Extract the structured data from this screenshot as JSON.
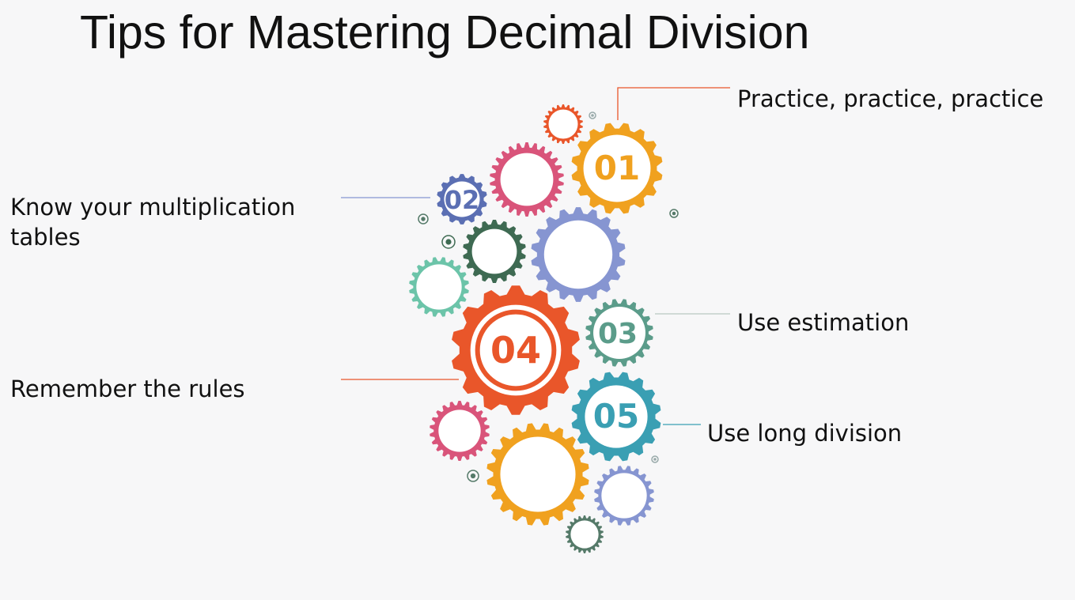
{
  "title": "Tips for Mastering Decimal Division",
  "tips": [
    {
      "number": "01",
      "text": "Practice, practice, practice",
      "color": "#f0a11f"
    },
    {
      "number": "02",
      "text": "Know your multiplication",
      "text2": "tables",
      "color": "#5b6fb3"
    },
    {
      "number": "03",
      "text": "Use estimation",
      "color": "#5b9c8a"
    },
    {
      "number": "04",
      "text": "Remember the rules",
      "color": "#e9562a"
    },
    {
      "number": "05",
      "text": "Use long division",
      "color": "#3a9fb3"
    }
  ],
  "colors": {
    "orange": "#e9562a",
    "yellow": "#f0a11f",
    "pink": "#d9547a",
    "blue": "#5b6fb3",
    "green": "#5b9c8a",
    "teal": "#3a9fb3",
    "dark-green": "#3e6a52",
    "mint": "#6cc4a9",
    "light-blue": "#8695d1",
    "gray-green": "#557a69"
  }
}
